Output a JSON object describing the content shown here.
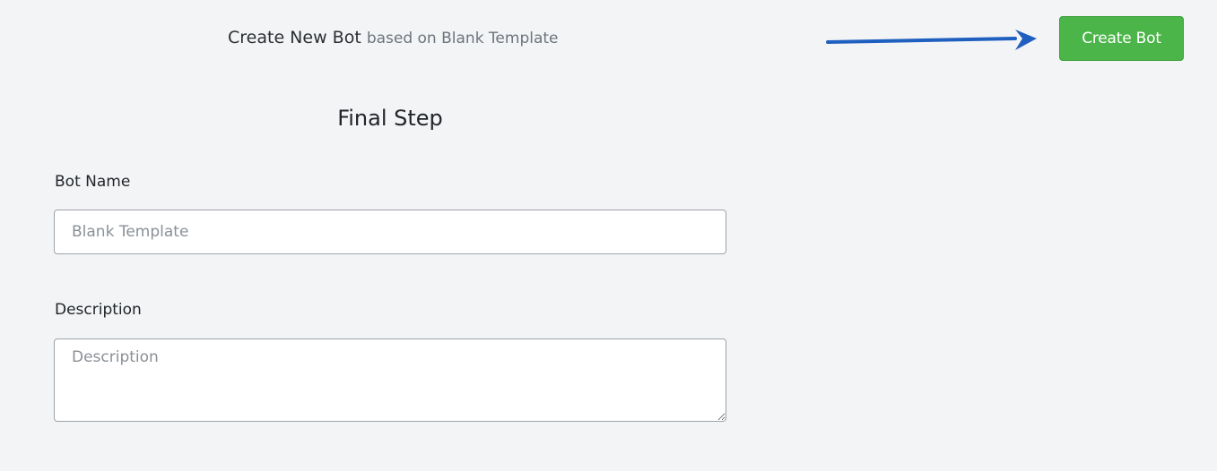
{
  "header": {
    "title": "Create New Bot",
    "subtitle": "based on Blank Template",
    "create_button_label": "Create Bot",
    "arrow_color": "#1f5fbf",
    "button_color": "#4bb54a"
  },
  "form": {
    "step_title": "Final Step",
    "bot_name": {
      "label": "Bot Name",
      "placeholder": "Blank Template",
      "value": ""
    },
    "description": {
      "label": "Description",
      "placeholder": "Description",
      "value": ""
    }
  }
}
